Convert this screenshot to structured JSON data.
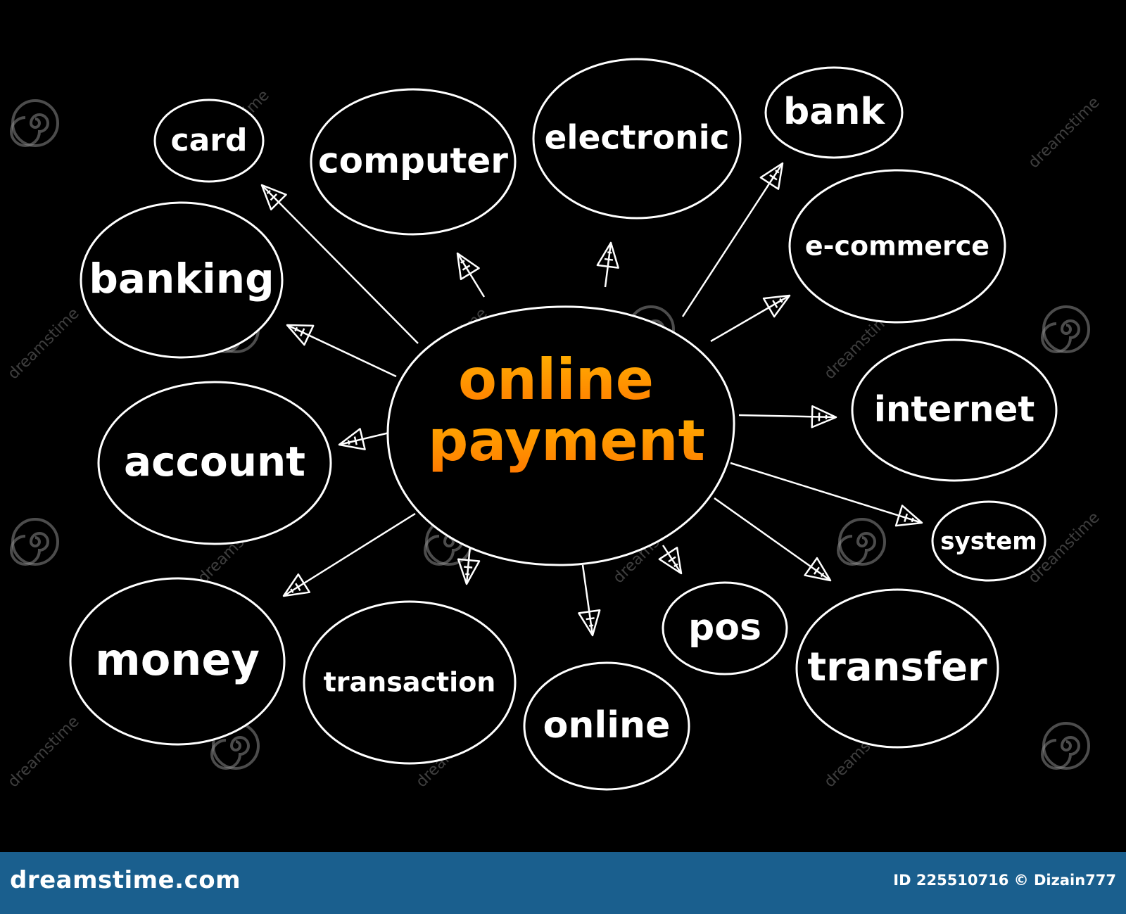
{
  "center": {
    "line1": "online",
    "line2": "payment",
    "color_top": "#ffb300",
    "color_bottom": "#ff7a00"
  },
  "nodes": [
    {
      "id": "card",
      "label": "card"
    },
    {
      "id": "computer",
      "label": "computer"
    },
    {
      "id": "electronic",
      "label": "electronic"
    },
    {
      "id": "bank",
      "label": "bank"
    },
    {
      "id": "banking",
      "label": "banking"
    },
    {
      "id": "e-commerce",
      "label": "e-commerce"
    },
    {
      "id": "internet",
      "label": "internet"
    },
    {
      "id": "account",
      "label": "account"
    },
    {
      "id": "system",
      "label": "system"
    },
    {
      "id": "money",
      "label": "money"
    },
    {
      "id": "transaction",
      "label": "transaction"
    },
    {
      "id": "online",
      "label": "online"
    },
    {
      "id": "pos",
      "label": "pos"
    },
    {
      "id": "transfer",
      "label": "transfer"
    }
  ],
  "watermark": {
    "text": "dreamstime",
    "icon": "spiral-logo-icon"
  },
  "footer": {
    "site": "dreamstime.com",
    "credit": "ID 225510716 © Dizain777",
    "background": "#1a5f8e"
  }
}
